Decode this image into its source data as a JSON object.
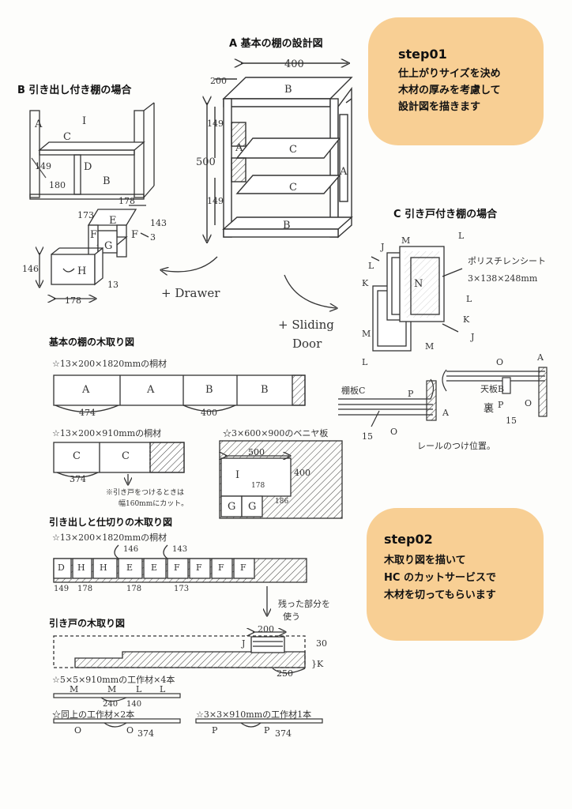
{
  "sections": {
    "a_title": "A 基本の棚の設計図",
    "b_title": "B 引き出し付き棚の場合",
    "c_title": "C 引き戸付き棚の場合",
    "cut_basic": "基本の棚の木取り図",
    "cut_drawer": "引き出しと仕切りの木取り図",
    "cut_door": "引き戸の木取り図"
  },
  "step01": {
    "label": "step01",
    "lines": [
      "仕上がりサイズを決め",
      "木材の厚みを考慮して",
      "設計図を描きます"
    ]
  },
  "step02": {
    "label": "step02",
    "lines": [
      "木取り図を描いて",
      "HC のカットサービスで",
      "木材を切ってもらいます"
    ]
  },
  "arrows": {
    "drawer": "+ Drawer",
    "sliding": "+ Sliding",
    "door": "Door"
  },
  "shelf_a": {
    "w": "400",
    "d": "200",
    "h": "500",
    "h1": "149",
    "h2": "149",
    "parts": {
      "top": "B",
      "bottom": "B",
      "side_l": "A",
      "side_r": "A",
      "shelf1": "C",
      "shelf2": "C"
    }
  },
  "shelf_b": {
    "labels": {
      "side": "A",
      "back": "I",
      "shelf": "C",
      "drawer": "D",
      "bottom": "B"
    },
    "dim_h": "149",
    "dim_w": "180"
  },
  "drawer_box": {
    "dims": {
      "w": "178",
      "d": "173",
      "h": "143",
      "t": "3",
      "front_h": "146",
      "front_w": "178",
      "front_t": "13"
    },
    "parts": {
      "back": "E",
      "side_l": "F",
      "side_r": "F",
      "bottom": "G",
      "front": "H"
    }
  },
  "door_c": {
    "labels": [
      "J",
      "M",
      "L",
      "L",
      "N",
      "K",
      "L",
      "M",
      "M",
      "L",
      "K",
      "J"
    ],
    "note1": "ポリスチレンシート",
    "note2": "3×138×248mm"
  },
  "rail": {
    "shelf_c": "棚板C",
    "tenban": "天板B",
    "ura": "裏",
    "p": "P",
    "o": "O",
    "a": "A",
    "d15": "15",
    "note": "レールのつけ位置。"
  },
  "board1": {
    "spec": "☆13×200×1820mmの桐材",
    "pieces": [
      "A",
      "A",
      "B",
      "B"
    ],
    "dims": [
      "474",
      "400"
    ]
  },
  "board2": {
    "spec": "☆13×200×910mmの桐材",
    "pieces": [
      "C",
      "C"
    ],
    "dim": "374",
    "note1": "※引き戸をつけるときは",
    "note2": "幅160mmにカット。"
  },
  "board3": {
    "spec": "☆3×600×900のベニヤ板",
    "w": "500",
    "h": "400",
    "big": "I",
    "small": [
      "G",
      "G"
    ],
    "d1": "178",
    "d2": "186"
  },
  "board4": {
    "spec": "☆13×200×1820mmの桐材",
    "pieces": [
      "D",
      "H",
      "H",
      "E",
      "E",
      "F",
      "F",
      "F",
      "F"
    ],
    "dims": [
      "149",
      "178",
      "146",
      "178",
      "143",
      "173"
    ],
    "note1": "残った部分を",
    "note2": "使う"
  },
  "board5": {
    "j": "J",
    "d200": "200",
    "d30": "30",
    "d250": "250",
    "k": "}K"
  },
  "sticks": {
    "spec1": "☆5×5×910mmの工作材×4本",
    "m": "M",
    "l": "L",
    "d240": "240",
    "d140": "140",
    "spec2": "☆同上の工作材×2本",
    "o": "O",
    "d374": "374",
    "spec3": "☆3×3×910mmの工作材1本",
    "p": "P"
  },
  "chart_data": {
    "type": "diagram"
  }
}
